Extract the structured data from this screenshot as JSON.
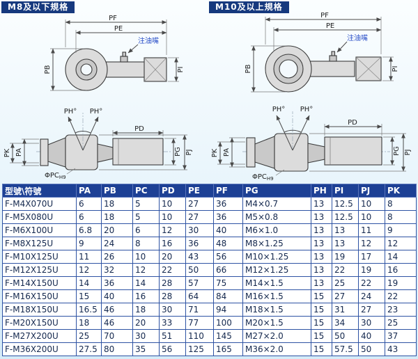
{
  "panels": [
    {
      "title": "M8及以下規格"
    },
    {
      "title": "M10及以上規格"
    }
  ],
  "diagram_labels": {
    "pf": "PF",
    "pe": "PE",
    "pb": "PB",
    "pi": "PI",
    "ph_left": "PH°",
    "ph_right": "PH°",
    "pk": "PK",
    "pa": "PA",
    "pg": "PG",
    "pj": "PJ",
    "pd": "PD",
    "pc": "ΦPC",
    "pc_tol": "H9",
    "grease_nipple": "注油嘴"
  },
  "table": {
    "headers": [
      "型號\\符號",
      "PA",
      "PB",
      "PC",
      "PD",
      "PE",
      "PF",
      "PG",
      "PH",
      "PI",
      "PJ",
      "PK"
    ],
    "rows": [
      [
        "F-M4X070U",
        "6",
        "18",
        "5",
        "10",
        "27",
        "36",
        "M4×0.7",
        "13",
        "12.5",
        "10",
        "8"
      ],
      [
        "F-M5X080U",
        "6",
        "18",
        "5",
        "10",
        "27",
        "36",
        "M5×0.8",
        "13",
        "12.5",
        "10",
        "8"
      ],
      [
        "F-M6X100U",
        "6.8",
        "20",
        "6",
        "12",
        "30",
        "40",
        "M6×1.0",
        "13",
        "13",
        "11",
        "9"
      ],
      [
        "F-M8X125U",
        "9",
        "24",
        "8",
        "16",
        "36",
        "48",
        "M8×1.25",
        "13",
        "13",
        "12",
        "12"
      ],
      [
        "F-M10X125U",
        "11",
        "26",
        "10",
        "20",
        "43",
        "56",
        "M10×1.25",
        "13",
        "19",
        "17",
        "14"
      ],
      [
        "F-M12X125U",
        "12",
        "32",
        "12",
        "22",
        "50",
        "66",
        "M12×1.25",
        "13",
        "22",
        "19",
        "16"
      ],
      [
        "F-M14X150U",
        "14",
        "36",
        "14",
        "28",
        "57",
        "75",
        "M14×1.5",
        "13",
        "25",
        "22",
        "19"
      ],
      [
        "F-M16X150U",
        "15",
        "40",
        "16",
        "28",
        "64",
        "84",
        "M16×1.5",
        "15",
        "27",
        "24",
        "22"
      ],
      [
        "F-M18X150U",
        "16.5",
        "46",
        "18",
        "30",
        "71",
        "94",
        "M18×1.5",
        "15",
        "31",
        "27",
        "23"
      ],
      [
        "F-M20X150U",
        "18",
        "46",
        "20",
        "33",
        "77",
        "100",
        "M20×1.5",
        "15",
        "34",
        "30",
        "25"
      ],
      [
        "F-M27X200U",
        "25",
        "70",
        "30",
        "51",
        "110",
        "145",
        "M27×2.0",
        "15",
        "50",
        "40",
        "37"
      ],
      [
        "F-M36X200U",
        "27.5",
        "80",
        "35",
        "56",
        "125",
        "165",
        "M36×2.0",
        "15",
        "57.5",
        "50",
        "43"
      ]
    ]
  }
}
